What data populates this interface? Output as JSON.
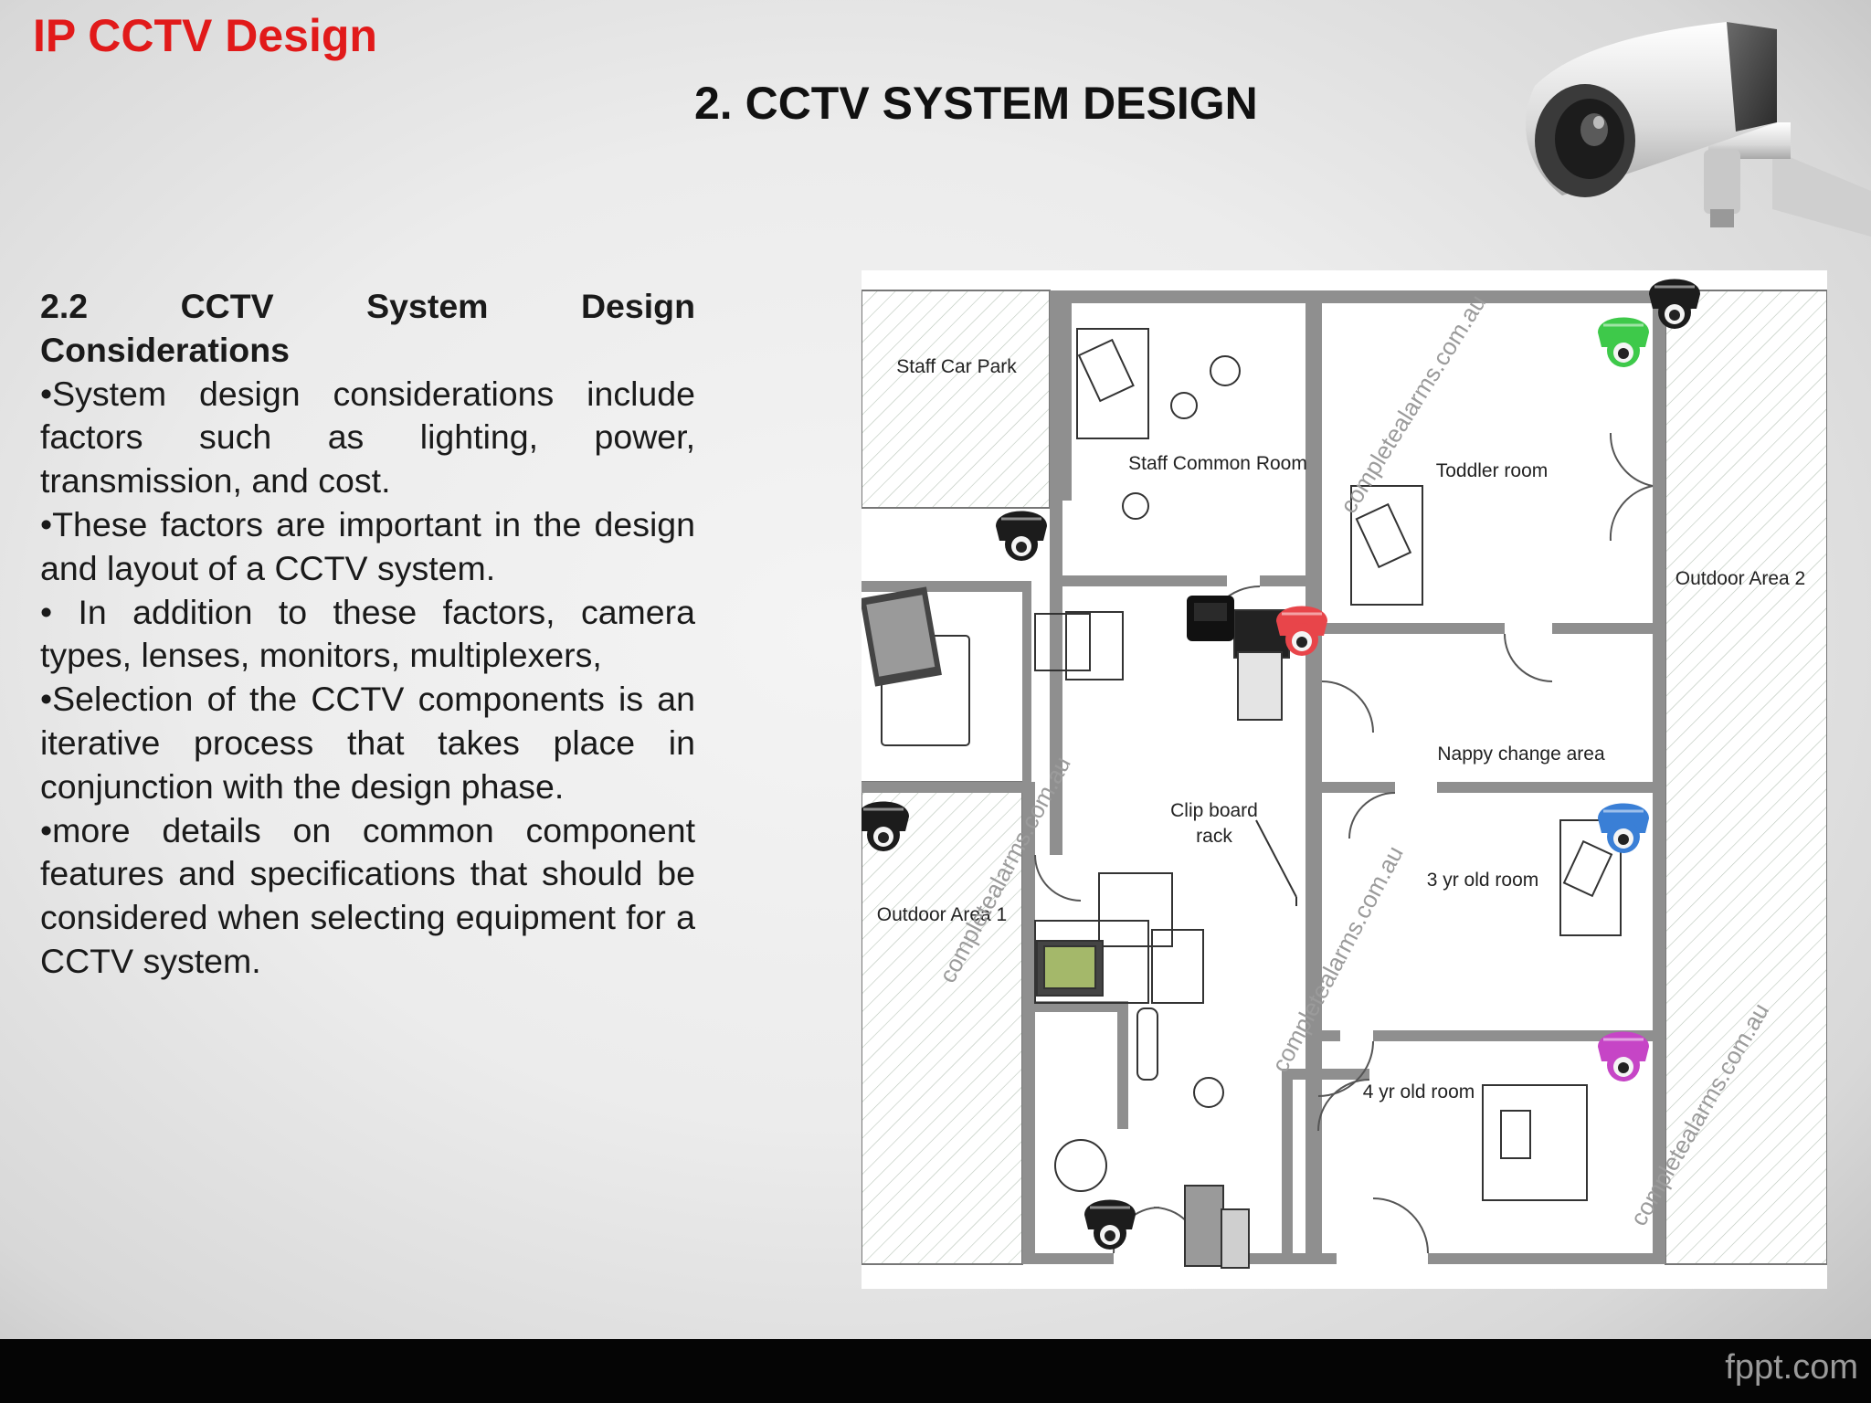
{
  "brand": "IP CCTV Design",
  "slide_title": "2. CCTV SYSTEM DESIGN",
  "section": {
    "heading": "2.2 CCTV System Design Considerations",
    "bullets": [
      "•System design considerations include factors such as lighting, power, transmission, and cost.",
      "•These factors are important in the design and layout of a CCTV system.",
      "• In addition to these factors, camera types, lenses, monitors, multiplexers,",
      "•Selection of the CCTV components is an iterative process that takes place in conjunction with the design phase.",
      "•more details on common component features and specifications that should be considered when selecting equipment for a CCTV system."
    ]
  },
  "floorplan": {
    "rooms": {
      "staff_car_park": "Staff Car Park",
      "staff_common_room": "Staff Common Room",
      "toddler_room": "Toddler room",
      "outdoor_area_2": "Outdoor Area 2",
      "nappy_change_area": "Nappy change area",
      "clip_board_line1": "Clip board",
      "clip_board_line2": "rack",
      "three_yr_room": "3 yr old room",
      "outdoor_area_1": "Outdoor Area 1",
      "four_yr_room": "4 yr old room"
    },
    "watermark": "completealarms.com.au",
    "camera_colors": {
      "black": "#1c1c1c",
      "red": "#e8454a",
      "green": "#3ec94a",
      "blue": "#3a7fd6",
      "purple": "#c645c6"
    }
  },
  "footer_mark": "fppt.com"
}
